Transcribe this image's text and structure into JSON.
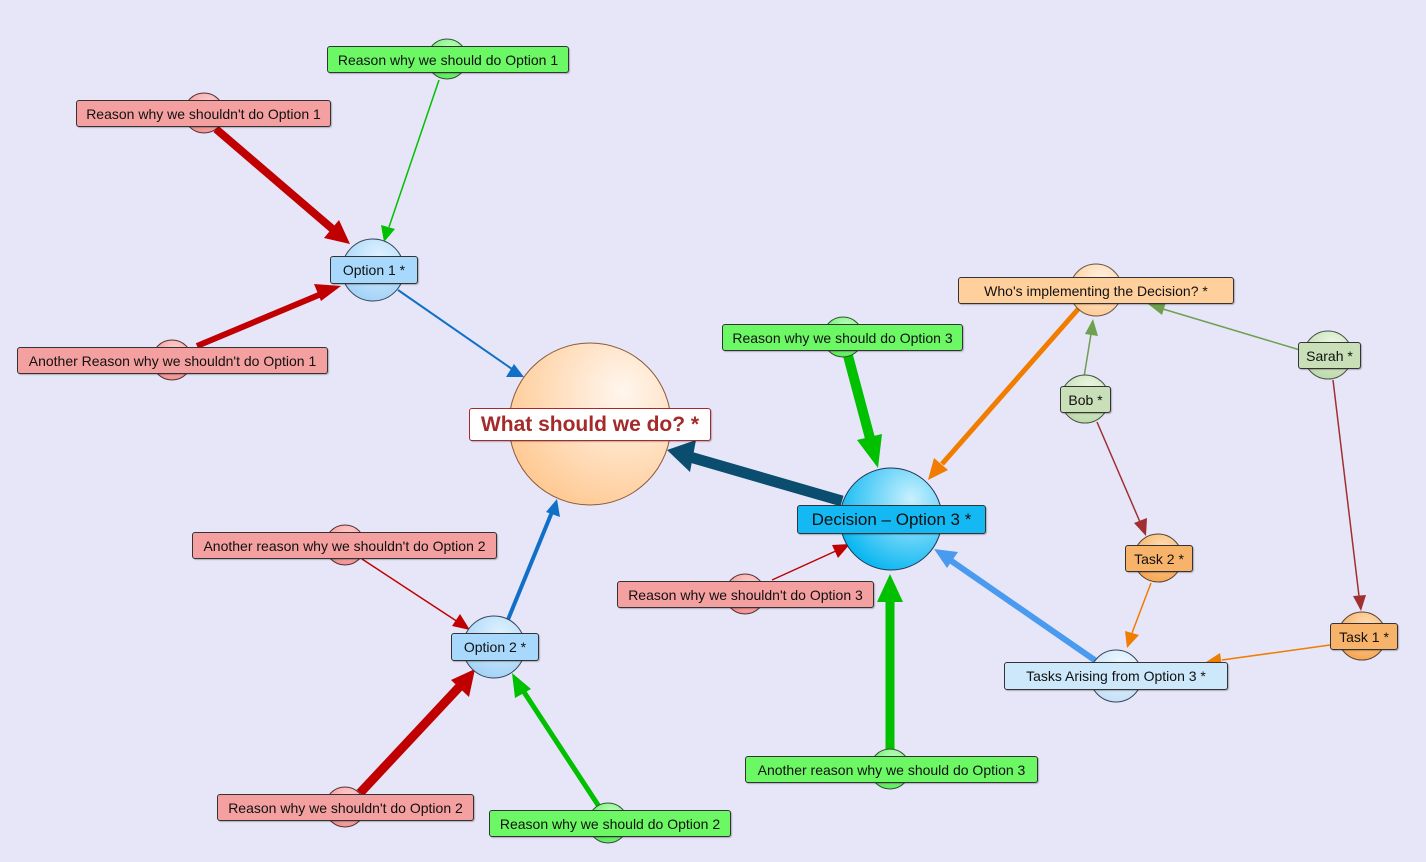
{
  "colors": {
    "background": "#e6e6f8",
    "con": "#c00000",
    "pro": "#00c000",
    "option_link": "#1070c8",
    "decision_link": "#0a4d6e",
    "implement_link": "#f07c00",
    "task_link": "#a03030",
    "person_link": "#6fa050",
    "tasks_link": "#4a9aef"
  },
  "nodes": {
    "question": "What should we do? *",
    "option1": "Option 1 *",
    "option2": "Option 2 *",
    "decision": "Decision – Option 3 *",
    "pro_option1": "Reason why we should do Option 1",
    "con_option1": "Reason why we shouldn't do Option 1",
    "con2_option1": "Another Reason why we shouldn't do Option 1",
    "con2_option2": "Another reason why we shouldn't do Option 2",
    "con_option2": "Reason why we shouldn't do Option 2",
    "pro_option2": "Reason why we should do Option 2",
    "pro_option3": "Reason why we should do Option 3",
    "con_option3": "Reason why we shouldn't do Option 3",
    "pro2_option3": "Another reason why we should do Option 3",
    "implementer": "Who's implementing the Decision? *",
    "bob": "Bob *",
    "sarah": "Sarah *",
    "task2": "Task 2 *",
    "task1": "Task 1 *",
    "tasks": "Tasks Arising from Option 3 *"
  }
}
